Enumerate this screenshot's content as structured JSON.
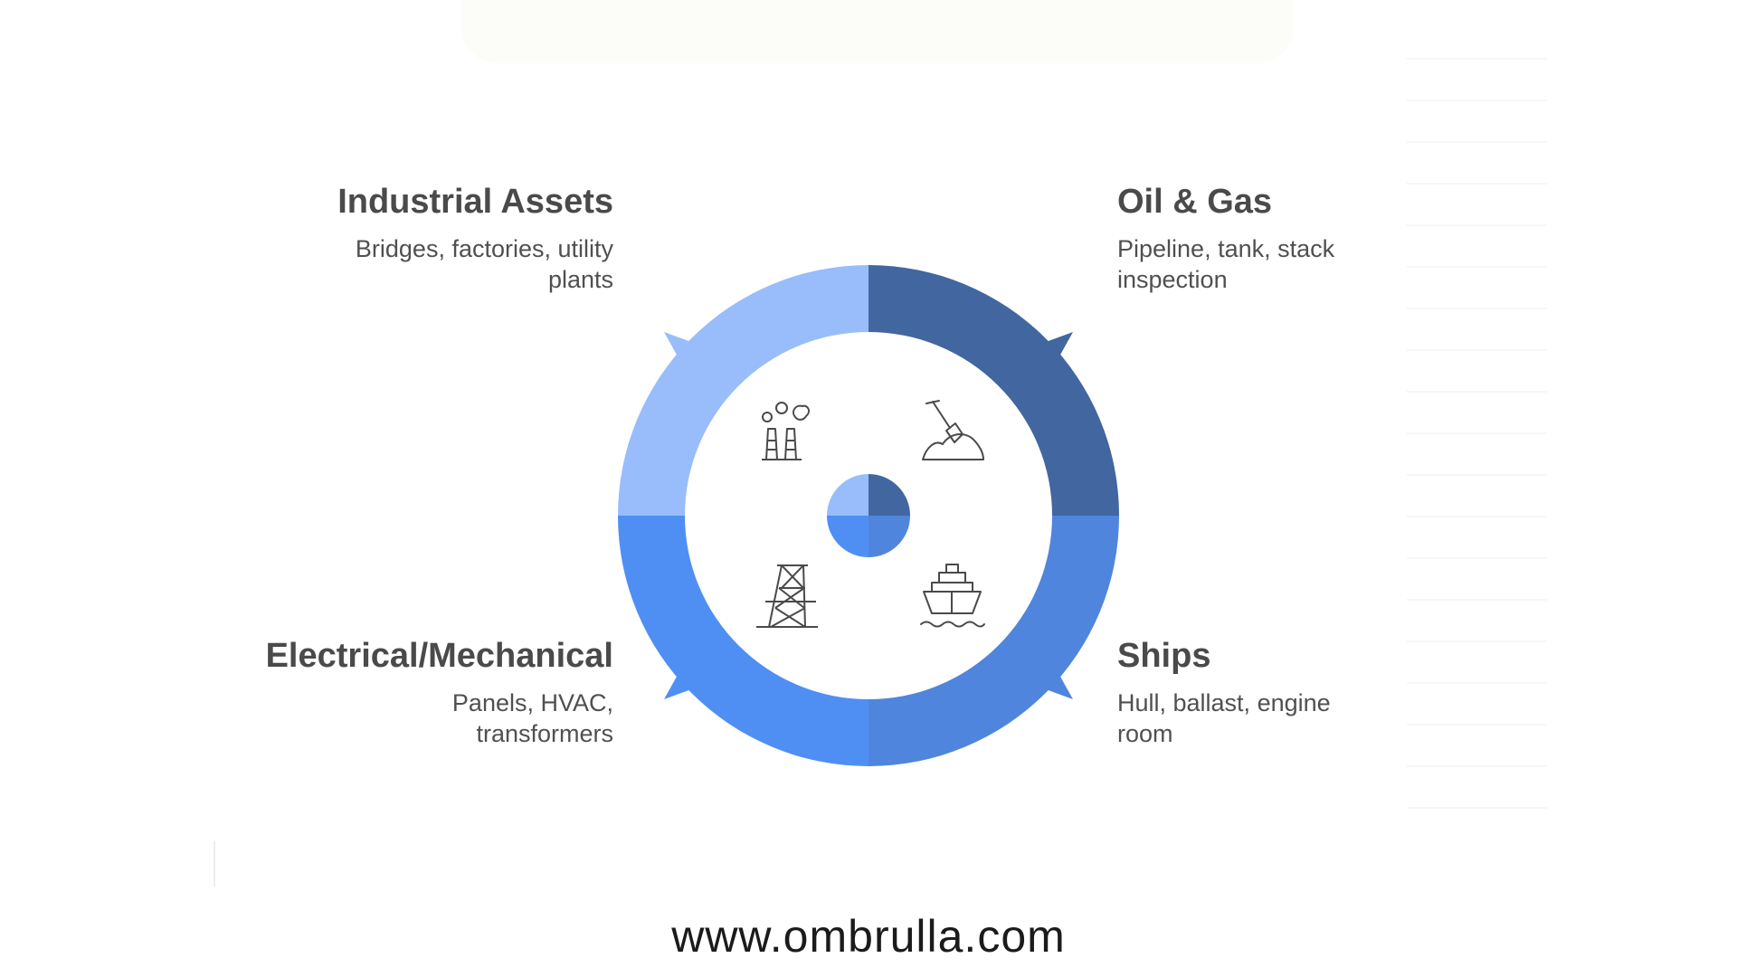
{
  "segments": [
    {
      "id": "industrial",
      "title": "Industrial Assets",
      "description_lines": [
        "Bridges, factories, utility",
        "plants"
      ],
      "color": "#98bdfa",
      "icon": "factory-icon"
    },
    {
      "id": "oil",
      "title": "Oil & Gas",
      "description_lines": [
        "Pipeline, tank, stack",
        "inspection"
      ],
      "color": "#42669f",
      "icon": "excavation-icon"
    },
    {
      "id": "electrical",
      "title": "Electrical/Mechanical",
      "description_lines": [
        "Panels, HVAC,",
        "transformers"
      ],
      "color": "#4f8ff4",
      "icon": "transmission-tower-icon"
    },
    {
      "id": "ships",
      "title": "Ships",
      "description_lines": [
        "Hull, ballast, engine",
        "room"
      ],
      "color": "#4f85dc",
      "icon": "ship-icon"
    }
  ],
  "footer": {
    "url": "www.ombrulla.com"
  }
}
